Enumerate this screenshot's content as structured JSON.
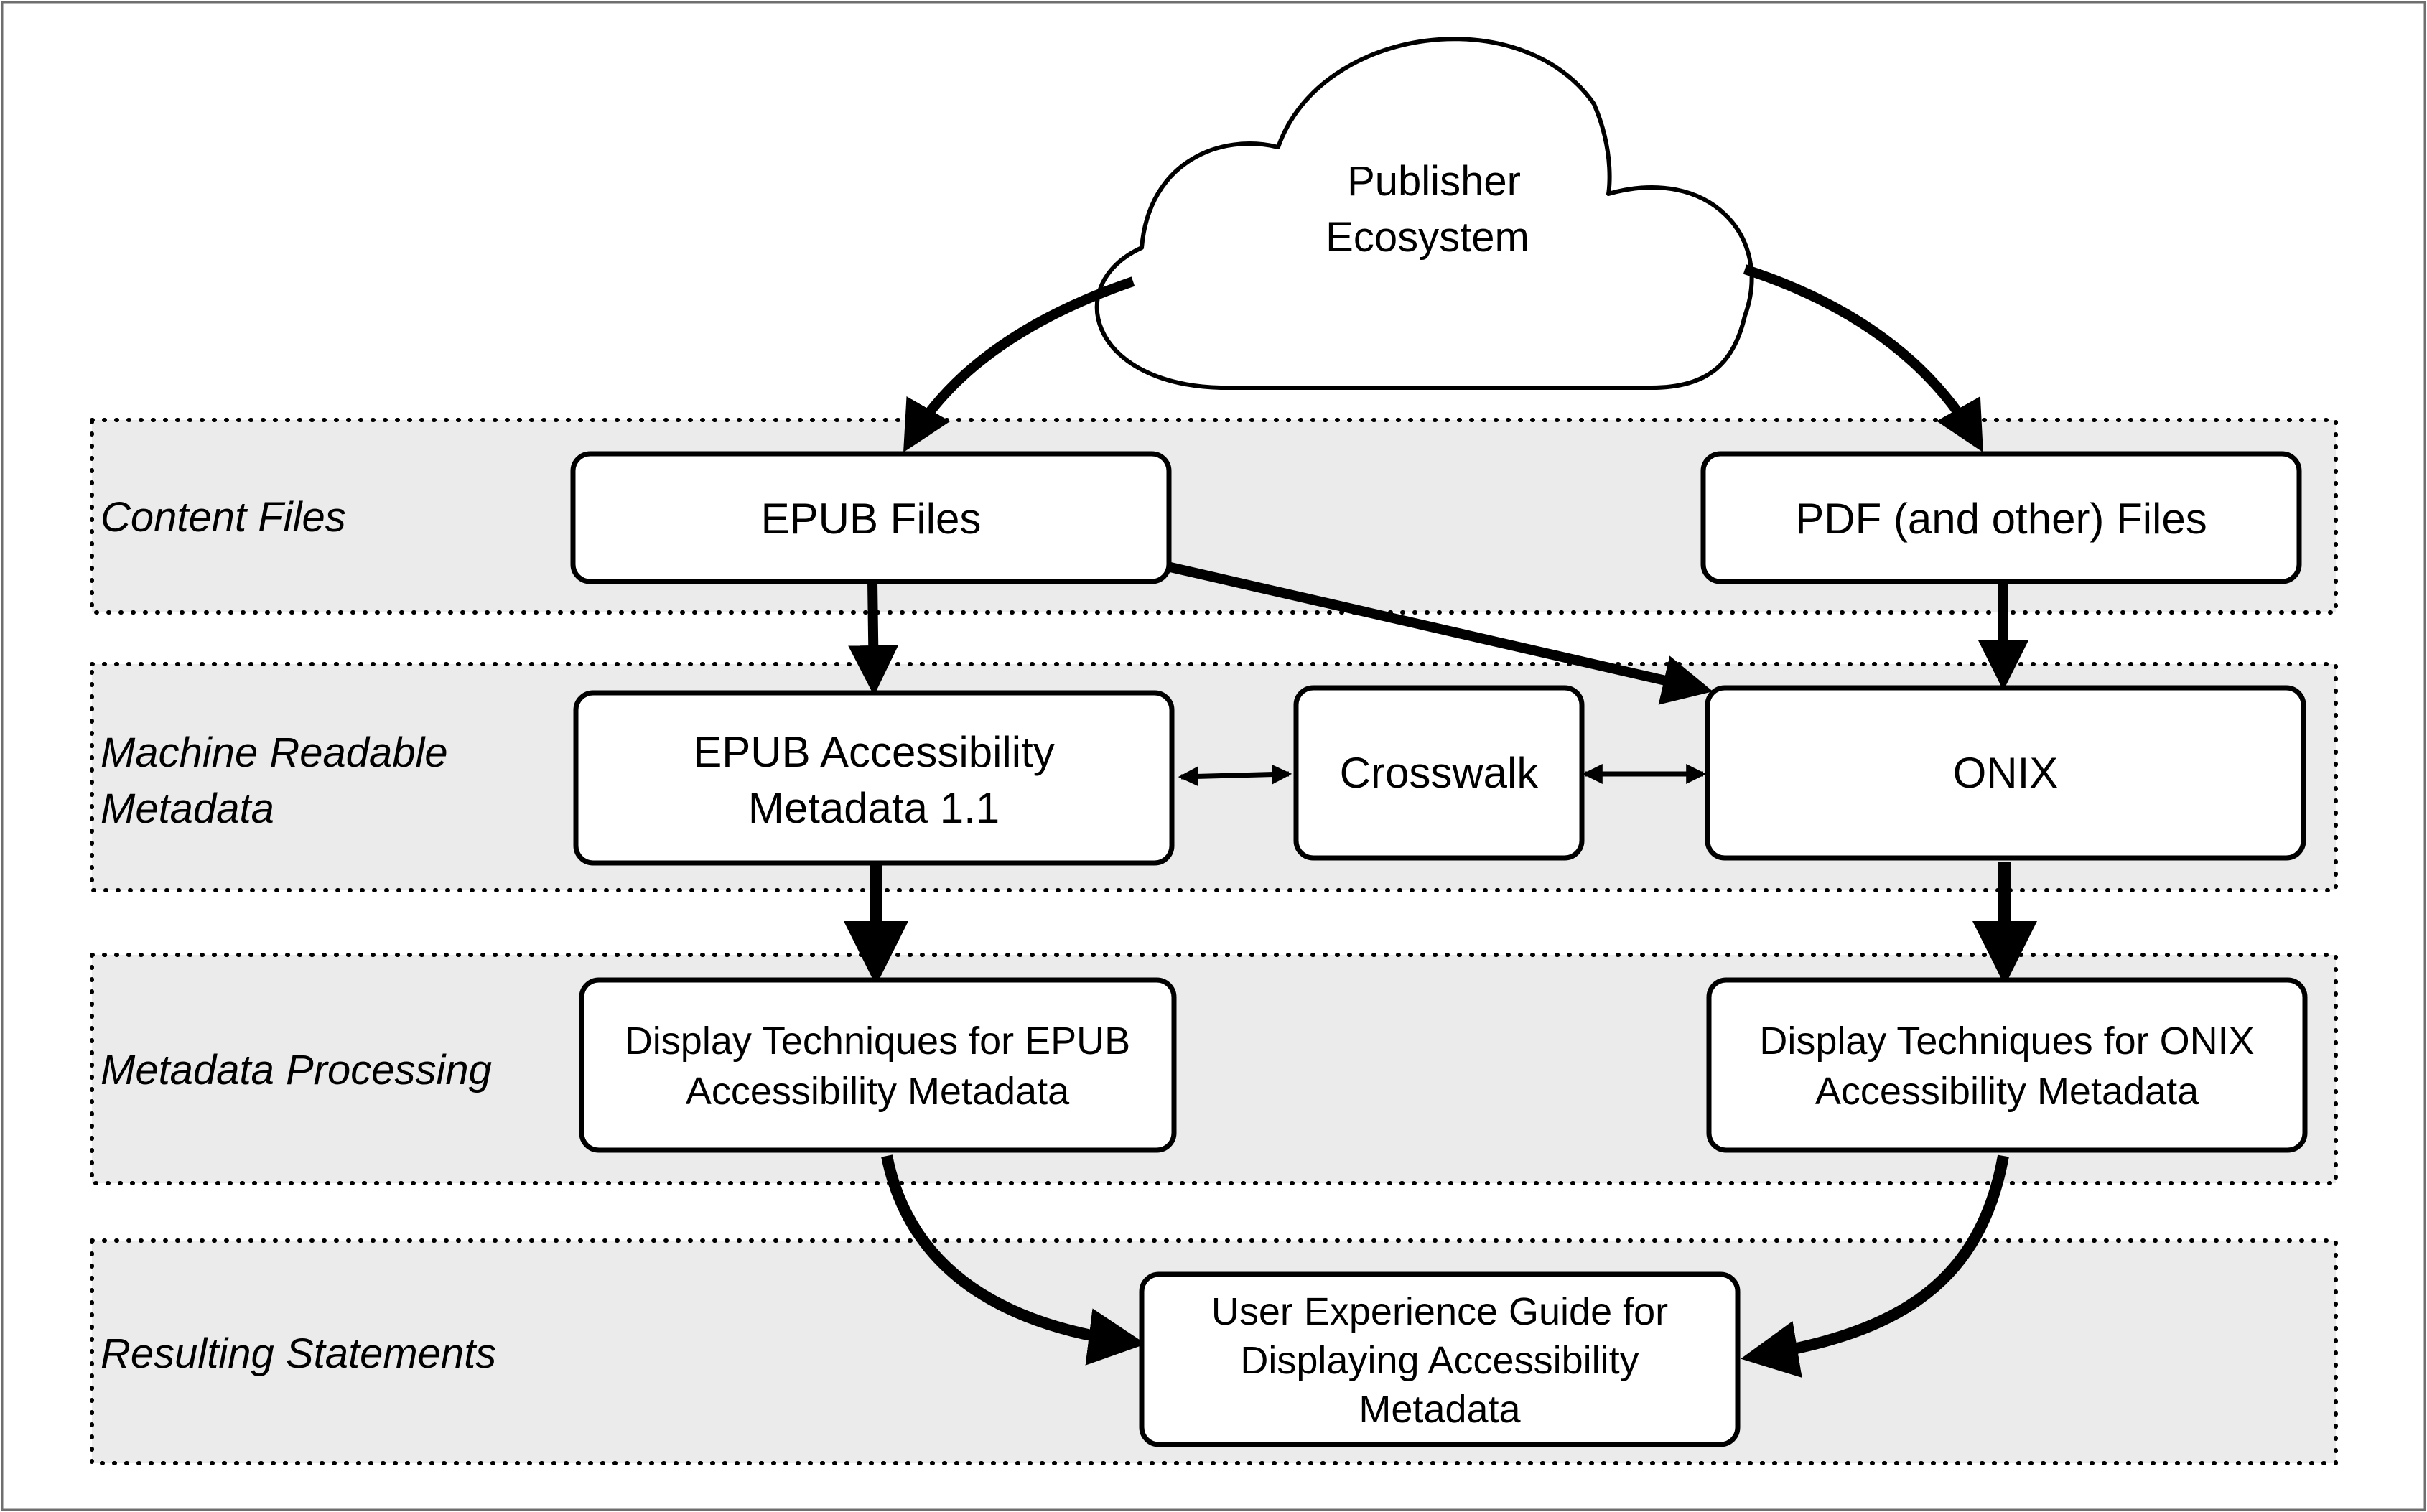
{
  "colors": {
    "band_fill": "#ebebeb",
    "stroke": "#000000",
    "box_fill": "#ffffff",
    "frame": "#6f6f6f"
  },
  "cloud": {
    "line1": "Publisher",
    "line2": "Ecosystem"
  },
  "bands": {
    "content_files": "Content Files",
    "machine_readable_line1": "Machine Readable",
    "machine_readable_line2": "Metadata",
    "metadata_processing": "Metadata Processing",
    "resulting_statements": "Resulting Statements"
  },
  "boxes": {
    "epub_files": "EPUB Files",
    "pdf_files": "PDF (and other) Files",
    "epub_a11y_line1": "EPUB Accessibility",
    "epub_a11y_line2": "Metadata 1.1",
    "crosswalk": "Crosswalk",
    "onix": "ONIX",
    "display_epub_line1": "Display Techniques for EPUB",
    "display_epub_line2": "Accessibility Metadata",
    "display_onix_line1": "Display Techniques for ONIX",
    "display_onix_line2": "Accessibility Metadata",
    "ux_guide_line1": "User Experience Guide for",
    "ux_guide_line2": "Displaying Accessibility",
    "ux_guide_line3": "Metadata"
  }
}
